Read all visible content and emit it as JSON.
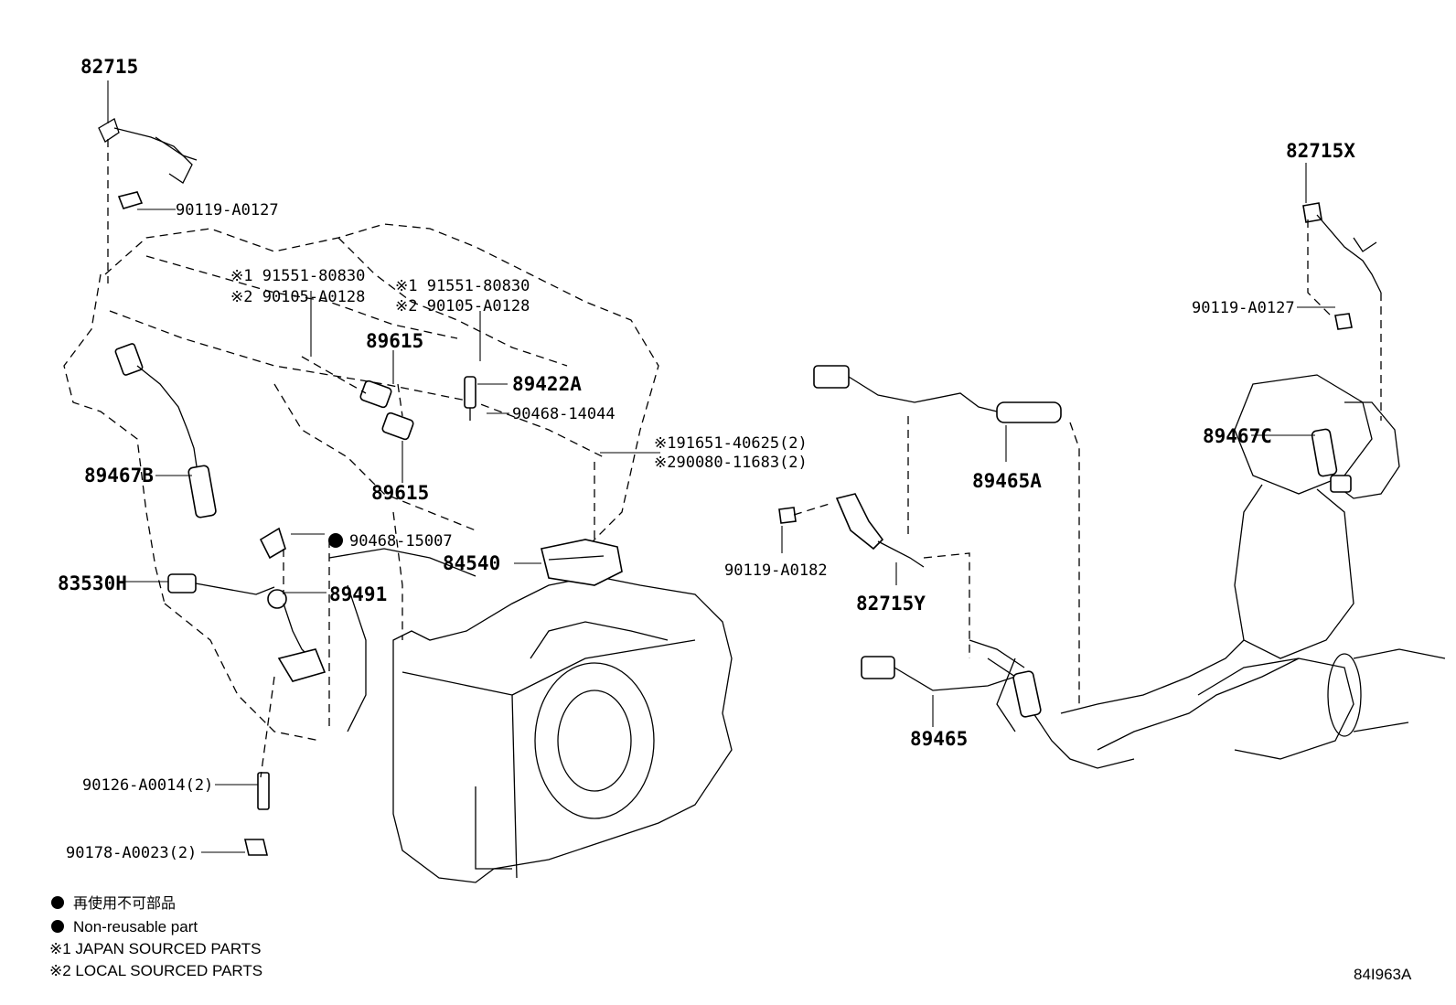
{
  "diagram_code": "84I963A",
  "callouts": {
    "c82715": "82715",
    "c82715X": "82715X",
    "c90119_A0127_left": "90119-A0127",
    "c90119_A0127_right": "90119-A0127",
    "c91551_80830_a": "※1 91551-80830",
    "c90105_A0128_a": "※2 90105-A0128",
    "c91551_80830_b": "※1 91551-80830",
    "c90105_A0128_b": "※2 90105-A0128",
    "c89615_top": "89615",
    "c89615_bottom": "89615",
    "c89422A": "89422A",
    "c90468_14044": "90468-14044",
    "c91651_40625": "※191651-40625(2)",
    "c90080_11683": "※290080-11683(2)",
    "c89467B": "89467B",
    "c89467C": "89467C",
    "c89465A": "89465A",
    "c89465": "89465",
    "c90468_15007": "90468-15007",
    "c84540": "84540",
    "c83530H": "83530H",
    "c89491": "89491",
    "c90119_A0182": "90119-A0182",
    "c82715Y": "82715Y",
    "c90126_A0014": "90126-A0014(2)",
    "c90178_A0023": "90178-A0023(2)"
  },
  "legend": {
    "non_reusable_jp": "再使用不可部品",
    "non_reusable_en": "Non-reusable part",
    "japan_sourced": "※1 JAPAN SOURCED PARTS",
    "local_sourced": "※2 LOCAL SOURCED PARTS"
  },
  "icons": {
    "non_reusable_marker": "filled-circle-icon"
  }
}
